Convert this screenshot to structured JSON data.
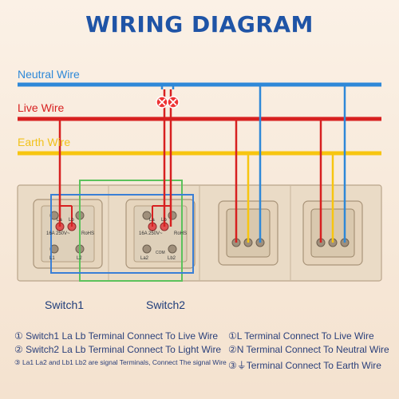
{
  "title": "WIRING DIAGRAM",
  "wires": {
    "neutral": {
      "label": "Neutral Wire",
      "color": "#2e88d8"
    },
    "live": {
      "label": "Live Wire",
      "color": "#d72020"
    },
    "earth": {
      "label": "Earth Wire",
      "color": "#f1c21b"
    }
  },
  "captions": {
    "switch1": "Switch1",
    "switch2": "Switch2"
  },
  "switch_labels": {
    "rating": "16A 250V~",
    "brand": "RoHS",
    "la": "La",
    "lb": "Lb",
    "l1": "L1",
    "l2": "L2",
    "la2": "La2",
    "lb2": "Lb2",
    "com": "COM"
  },
  "notes": {
    "left": [
      "① Switch1 La Lb Terminal Connect To Live Wire",
      "② Switch2 La Lb Terminal Connect To Light Wire",
      "③ La1 La2 and Lb1 Lb2 are signal Terminals, Connect The signal Wire"
    ],
    "right": [
      "①L Terminal Connect To Live Wire",
      "②N Terminal Connect To Neutral Wire",
      "③⏚Terminal Connect To Earth Wire"
    ]
  },
  "colors": {
    "title": "#1f54a6",
    "green_box": "#5cc25c",
    "blue_box": "#3a7fd6",
    "panel": "#e9d9c4"
  }
}
